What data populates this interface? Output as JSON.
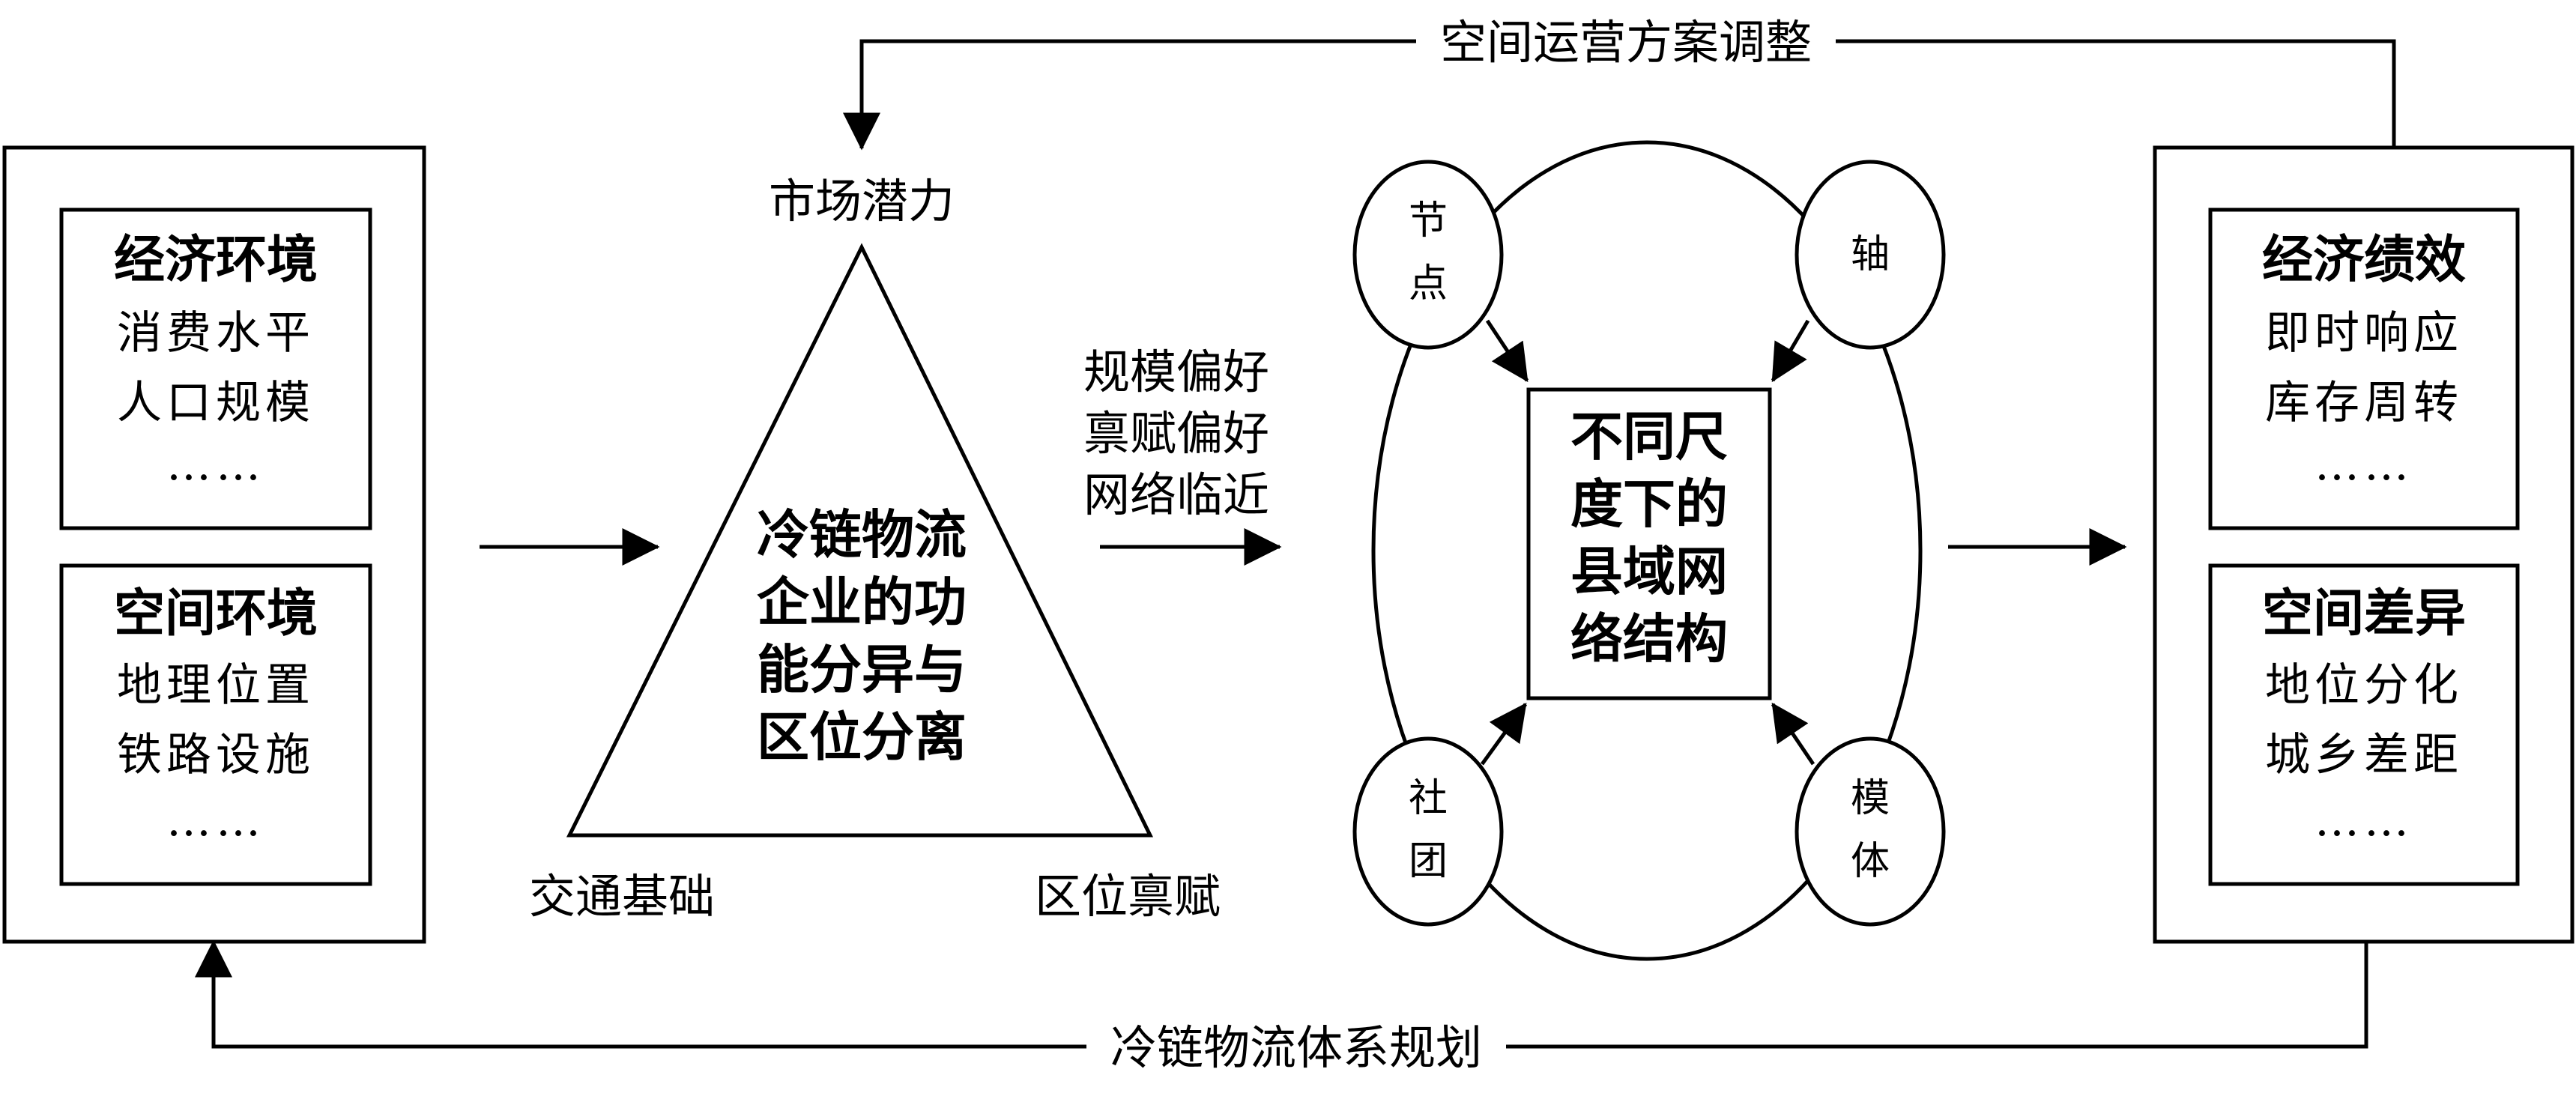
{
  "feedback": {
    "top": "空间运营方案调整",
    "bottom": "冷链物流体系规划"
  },
  "left_panel": {
    "box1": {
      "title": "经济环境",
      "items": [
        "消费水平",
        "人口规模",
        "……"
      ]
    },
    "box2": {
      "title": "空间环境",
      "items": [
        "地理位置",
        "铁路设施",
        "……"
      ]
    }
  },
  "triangle": {
    "top": "市场潜力",
    "bottom_left": "交通基础",
    "bottom_right": "区位禀赋",
    "center": [
      "冷链物流",
      "企业的功",
      "能分异与",
      "区位分离"
    ]
  },
  "preferences": [
    "规模偏好",
    "禀赋偏好",
    "网络临近"
  ],
  "network": {
    "nodes": {
      "top_left": [
        "节",
        "点"
      ],
      "top_right": [
        "轴"
      ],
      "bottom_left": [
        "社",
        "团"
      ],
      "bottom_right": [
        "模",
        "体"
      ]
    },
    "center": [
      "不同尺",
      "度下的",
      "县域网",
      "络结构"
    ]
  },
  "right_panel": {
    "box1": {
      "title": "经济绩效",
      "items": [
        "即时响应",
        "库存周转",
        "……"
      ]
    },
    "box2": {
      "title": "空间差异",
      "items": [
        "地位分化",
        "城乡差距",
        "……"
      ]
    }
  }
}
